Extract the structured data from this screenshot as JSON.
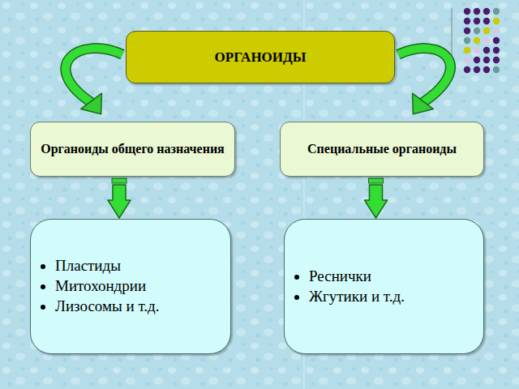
{
  "diagram": {
    "nodes": [
      {
        "text": [
          "ОРГАНОИДЫ"
        ]
      },
      {
        "text": [
          "Органоиды общего назначения"
        ]
      },
      {
        "text": [
          "Специальные органоиды"
        ]
      },
      {
        "text": [
          "Пластиды",
          "Митохондрии",
          "Лизосомы и т.д."
        ]
      },
      {
        "text": [
          "Реснички",
          "Жгутики и т.д."
        ]
      }
    ],
    "edges": [
      {
        "from": 0,
        "to": 1,
        "arrow": "to"
      },
      {
        "from": 0,
        "to": 2,
        "arrow": "to"
      },
      {
        "from": 1,
        "to": 3,
        "arrow": "to"
      },
      {
        "from": 2,
        "to": 4,
        "arrow": "to"
      }
    ]
  }
}
